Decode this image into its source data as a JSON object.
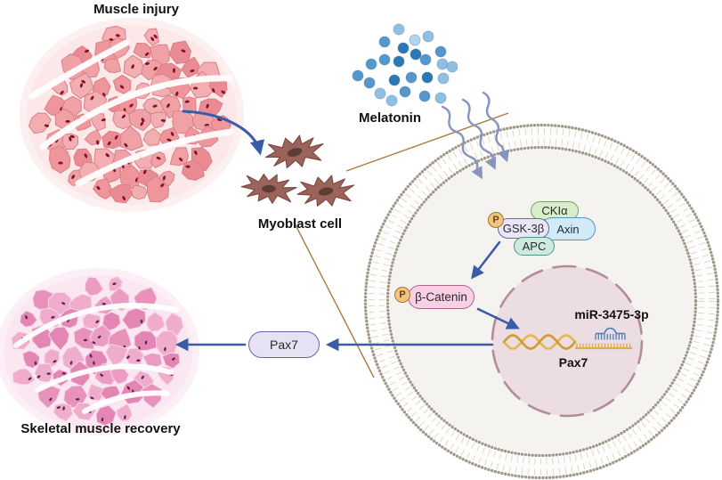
{
  "labels": {
    "muscle_injury": "Muscle injury",
    "melatonin": "Melatonin",
    "myoblast_cell": "Myoblast cell",
    "skeletal_muscle_recovery": "Skeletal muscle recovery",
    "mir_3475_3p": "miR-3475-3p",
    "pax7_gene": "Pax7"
  },
  "molecules": {
    "ckia": "CKIα",
    "gsk3b": "GSK-3β",
    "axin": "Axin",
    "apc": "APC",
    "beta_catenin": "β-Catenin",
    "pax7": "Pax7",
    "phosphate": "P"
  },
  "colors": {
    "arrow_blue": "#3a5ba6",
    "signal_wave_blue": "#8794be",
    "leader_line_tan": "#ab7a3e",
    "membrane_bead": "#a29889",
    "membrane_tail": "#ddd7d0",
    "cytoplasm": "#f4f3ef",
    "membrane_band": "#fdfdfc",
    "nucleus_fill": "#ecdde2",
    "nucleus_border": "#b18d9a",
    "dna_gold_dark": "#cf9a2e",
    "dna_gold_light": "#e4b84f",
    "dna_strand": "#dfae3f",
    "mirna_blue": "#4a80b8",
    "melatonin_blues": [
      "#b3d4ec",
      "#8fc0e2",
      "#5597cc",
      "#2c77b4"
    ],
    "injury_cell_fills": [
      "#f0a1a6",
      "#ee969c",
      "#f3aeb2",
      "#ea8a92"
    ],
    "injury_cell_stroke": "#d98087",
    "injury_nucleus": "#811527",
    "injury_glow": "#fbe4e6",
    "recovery_cell_fills": [
      "#eb9cc3",
      "#e891ba",
      "#efaccd",
      "#e386b4"
    ],
    "recovery_cell_stroke": "#f8d6e7",
    "recovery_nucleus": "#5a2450",
    "recovery_glow": "#fae3ef",
    "myoblast_fill": "#9c635a",
    "myoblast_stroke": "#7b4a42",
    "myoblast_nucleus": "#5e3c36",
    "phosphate_fill": "#f0c57f",
    "phosphate_border": "#a87430"
  }
}
